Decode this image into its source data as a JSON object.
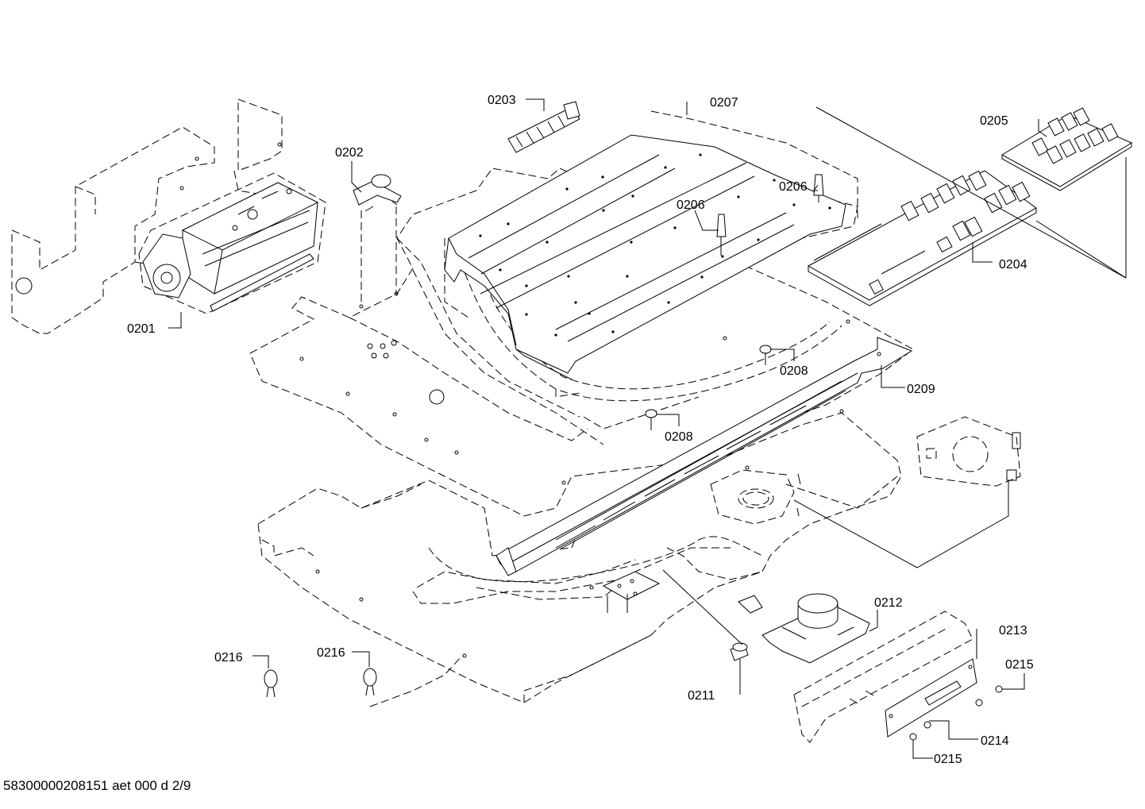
{
  "diagram": {
    "callouts": [
      {
        "id": "0201",
        "label": "0201"
      },
      {
        "id": "0202",
        "label": "0202"
      },
      {
        "id": "0203",
        "label": "0203"
      },
      {
        "id": "0204",
        "label": "0204"
      },
      {
        "id": "0205",
        "label": "0205"
      },
      {
        "id": "0206a",
        "label": "0206"
      },
      {
        "id": "0206b",
        "label": "0206"
      },
      {
        "id": "0207",
        "label": "0207"
      },
      {
        "id": "0208a",
        "label": "0208"
      },
      {
        "id": "0208b",
        "label": "0208"
      },
      {
        "id": "0209",
        "label": "0209"
      },
      {
        "id": "0211",
        "label": "0211"
      },
      {
        "id": "0212",
        "label": "0212"
      },
      {
        "id": "0213",
        "label": "0213"
      },
      {
        "id": "0214",
        "label": "0214"
      },
      {
        "id": "0215a",
        "label": "0215"
      },
      {
        "id": "0215b",
        "label": "0215"
      },
      {
        "id": "0216a",
        "label": "0216"
      },
      {
        "id": "0216b",
        "label": "0216"
      }
    ],
    "footer": "58300000208151 aet 000 d 2/9"
  }
}
